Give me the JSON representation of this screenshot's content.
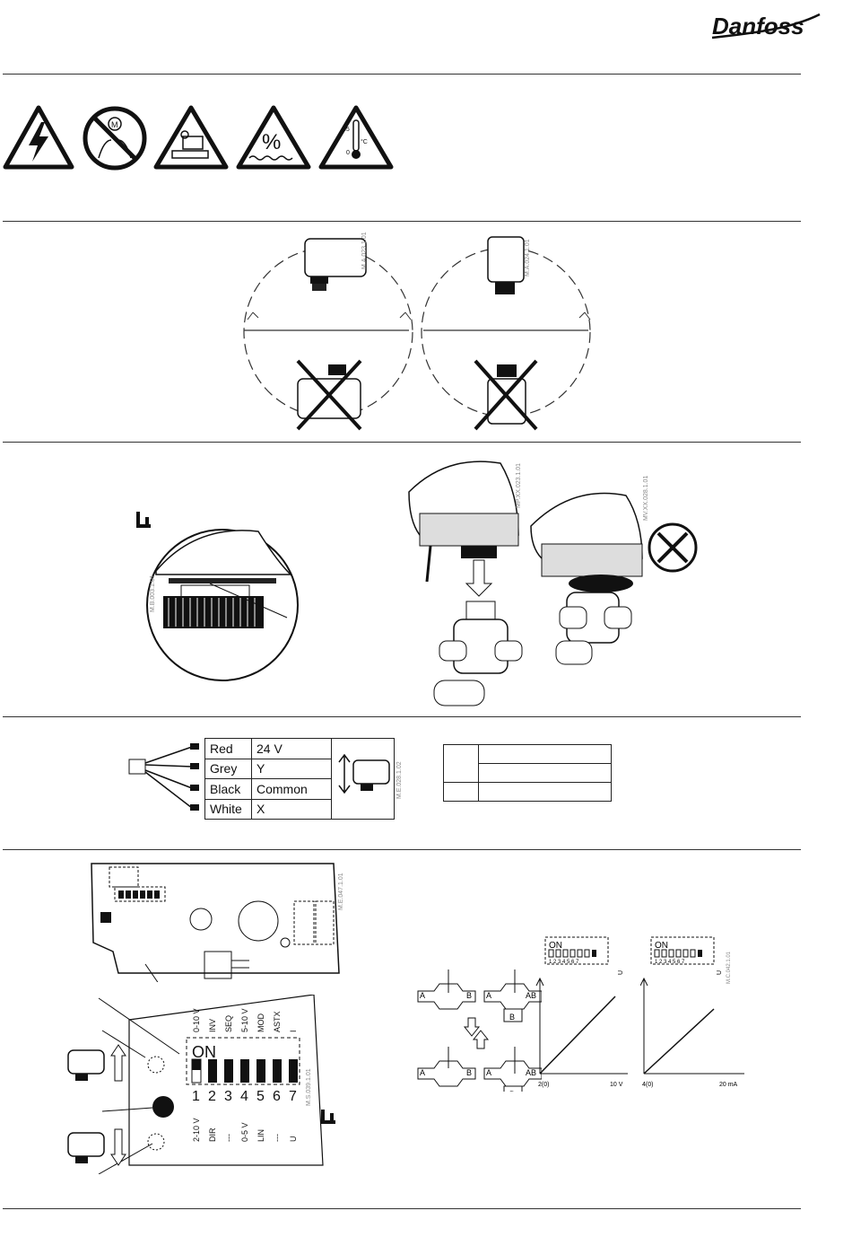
{
  "brand": {
    "logo_text": "Danfoss"
  },
  "warning_icons": [
    {
      "icon": "high-voltage-icon"
    },
    {
      "icon": "no-manual-operation-icon"
    },
    {
      "icon": "installation-hazard-icon"
    },
    {
      "icon": "humidity-icon",
      "symbol": "%"
    },
    {
      "icon": "temperature-icon",
      "max": "55",
      "min": "0",
      "unit": "°C"
    }
  ],
  "figure_codes": {
    "mounting_1": "M.A.023.1.01",
    "mounting_2": "M.A.024.1.01",
    "detail": "M.B.003.1.01",
    "actuator_on_valve": "MP.XX.023.1.01",
    "actuator_tool": "MV.XX.028.1.01",
    "wiring": "M.E.028.1.02",
    "board": "M.E.047.1.01",
    "dip_closeup": "M.S.039.1.01",
    "diagram": "M.C.042.1.01"
  },
  "wiring": {
    "rows": [
      {
        "color": "Red",
        "signal": "24 V"
      },
      {
        "color": "Grey",
        "signal": "Y"
      },
      {
        "color": "Black",
        "signal": "Common"
      },
      {
        "color": "White",
        "signal": "X"
      }
    ]
  },
  "dip_switch": {
    "on_label": "ON",
    "top_labels": [
      "0-10 V",
      "INV",
      "SEQ",
      "5-10 V",
      "MOD",
      "ASTX",
      "I"
    ],
    "numbers": [
      "1",
      "2",
      "3",
      "4",
      "5",
      "6",
      "7"
    ],
    "bottom_labels": [
      "2-10 V",
      "DIR",
      "---",
      "0-5 V",
      "LIN",
      "---",
      "U"
    ]
  },
  "valve_labels": {
    "a": "A",
    "b": "B",
    "ab": "AB"
  },
  "charts": {
    "voltage": {
      "axis_y": "U",
      "x_start": "2(0)",
      "x_end": "10 V",
      "on_label": "ON",
      "numbers": "1 2 3 4 5 6 7"
    },
    "current": {
      "axis_y": "U",
      "x_start": "4(0)",
      "x_end": "20 mA",
      "on_label": "ON",
      "numbers": "1 2 3 4 5 6 7"
    }
  },
  "chart_data": [
    {
      "type": "line",
      "xlabel": "",
      "ylabel": "U",
      "x_tick_labels": [
        "2(0)",
        "10 V"
      ],
      "series": [
        {
          "values": [
            [
              0,
              0
            ],
            [
              1,
              1
            ]
          ]
        }
      ]
    },
    {
      "type": "line",
      "xlabel": "",
      "ylabel": "U",
      "x_tick_labels": [
        "4(0)",
        "20 mA"
      ],
      "series": [
        {
          "values": [
            [
              0,
              0
            ],
            [
              1,
              1
            ]
          ]
        }
      ]
    }
  ]
}
